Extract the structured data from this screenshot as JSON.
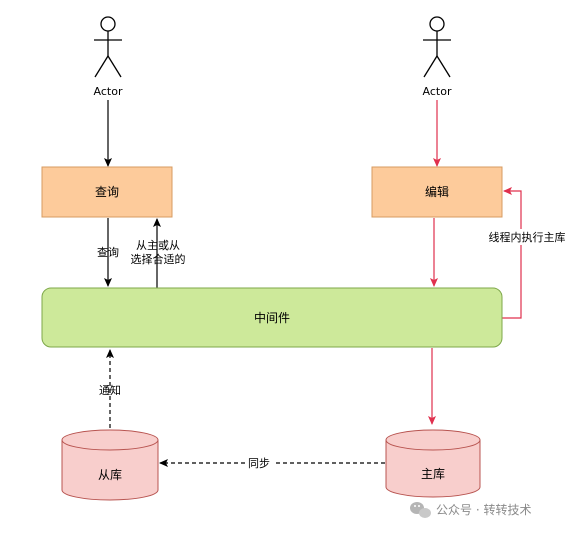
{
  "actors": {
    "left": {
      "label": "Actor"
    },
    "right": {
      "label": "Actor"
    }
  },
  "nodes": {
    "query": "查询",
    "edit": "编辑",
    "middleware": "中间件",
    "slave_db": "从库",
    "master_db": "主库"
  },
  "edge_labels": {
    "query_to_middleware": "查询",
    "select_line1": "从主或从",
    "select_line2": "选择合适的",
    "thread_master": "线程内执行主库",
    "notify": "通知",
    "sync": "同步"
  },
  "watermark": {
    "text": "公众号 · 转转技术",
    "icon": "wechat-icon"
  },
  "colors": {
    "orange_fill": "#FDCB9B",
    "orange_stroke": "#D79B60",
    "green_fill": "#CDE99A",
    "green_stroke": "#7EA84A",
    "pink_fill": "#F8CECC",
    "pink_stroke": "#B85450",
    "red_line": "#E0304E"
  }
}
